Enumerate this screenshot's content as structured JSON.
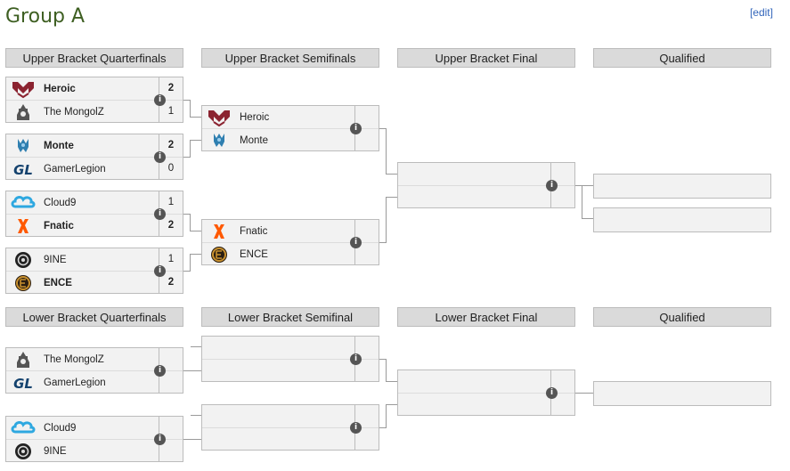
{
  "page": {
    "title": "Group A",
    "edit_label": "edit",
    "edit_open": "[",
    "edit_close": "]"
  },
  "headers": {
    "upper": [
      "Upper Bracket Quarterfinals",
      "Upper Bracket Semifinals",
      "Upper Bracket Final",
      "Qualified"
    ],
    "lower": [
      "Lower Bracket Quarterfinals",
      "Lower Bracket Semifinal",
      "Lower Bracket Final",
      "Qualified"
    ]
  },
  "upper_qf": [
    {
      "team1": "Heroic",
      "score1": "2",
      "team2": "The MongolZ",
      "score2": "1",
      "winner": 1
    },
    {
      "team1": "Monte",
      "score1": "2",
      "team2": "GamerLegion",
      "score2": "0",
      "winner": 1
    },
    {
      "team1": "Cloud9",
      "score1": "1",
      "team2": "Fnatic",
      "score2": "2",
      "winner": 2
    },
    {
      "team1": "9INE",
      "score1": "1",
      "team2": "ENCE",
      "score2": "2",
      "winner": 2
    }
  ],
  "upper_sf": [
    {
      "team1": "Heroic",
      "team2": "Monte"
    },
    {
      "team1": "Fnatic",
      "team2": "ENCE"
    }
  ],
  "lower_qf": [
    {
      "team1": "The MongolZ",
      "team2": "GamerLegion"
    },
    {
      "team1": "Cloud9",
      "team2": "9INE"
    }
  ],
  "info_glyph": "i",
  "colors": {
    "title": "#3e5f22",
    "link": "#3366bb",
    "header_bg": "#dadada",
    "cell_bg": "#f2f2f2",
    "heroic": "#8b2330",
    "monte": "#2f7fb0",
    "cloud9": "#2ea8e0",
    "fnatic": "#ff5900",
    "ence": "#c8902e"
  }
}
